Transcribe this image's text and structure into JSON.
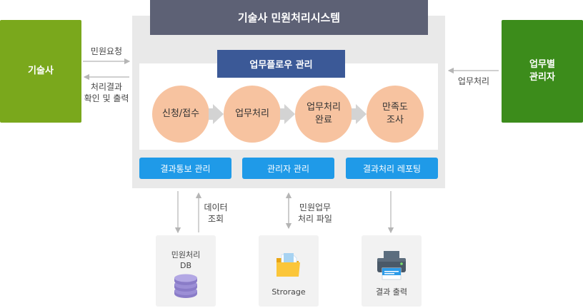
{
  "title": "기술사 민원처리시스템",
  "left_actor": "기술사",
  "right_actor": "업무별\n관리자",
  "left_arrows": {
    "request_label": "민원요청",
    "result_label": "처리결과\n확인 및 출력"
  },
  "right_arrow_label": "업무처리",
  "workflow": {
    "title": "업무플로우 관리",
    "steps": [
      "신청/접수",
      "업무처리",
      "업무처리\n완료",
      "만족도\n조사"
    ]
  },
  "modules": [
    "결과통보 관리",
    "관리자 관리",
    "결과처리 레포팅"
  ],
  "bottom_labels": {
    "data_query": "데이터\n조회",
    "file": "민원업무\n처리 파일"
  },
  "storages": {
    "db": "민원처리\nDB",
    "storage": "Strorage",
    "output": "결과 출력"
  },
  "colors": {
    "left_actor": "#7aa81c",
    "right_actor": "#3c8c1b",
    "title_bar": "#5d6175",
    "workflow_title": "#3b5997",
    "step_circle": "#f7c3a0",
    "module_button": "#1f9ae8",
    "system_panel": "#e9e9e9"
  },
  "icons": [
    "database-icon",
    "folder-icon",
    "printer-icon"
  ]
}
